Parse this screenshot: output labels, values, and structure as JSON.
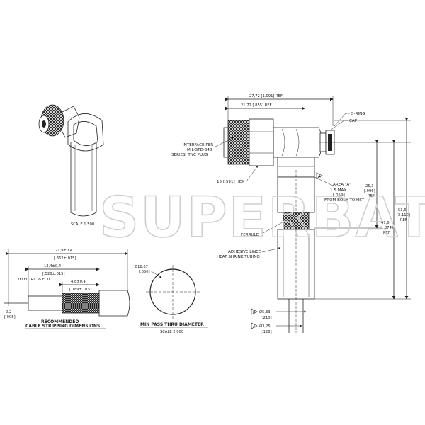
{
  "watermark": "SUPERBAT",
  "iso_view": {
    "scale_label": "SCALE  1.500"
  },
  "main_view": {
    "dim_overall": "27,72 [1.091] REF",
    "dim_interface": "21,72 [.855] REF",
    "label_o_ring": "O-RING",
    "label_cap": "CAP",
    "interface_line1": "INTERFACE PER",
    "interface_line2": "MIL-STD-348",
    "interface_line3": "SERIES: TNC PLUG",
    "hex_label": "15 [.591] HEX",
    "area_line1": "AREA \"A\"",
    "area_line2": "1.5   MAX.",
    "area_line3": "[.059]",
    "area_line4": "FROM BODY TO HST",
    "dim_25_line1": "25,3",
    "dim_25_line2": "[.996]",
    "dim_25_line3": "REF",
    "dim_47_line1": "47,6",
    "dim_47_line2": "[1.874]",
    "dim_47_line3": "REF",
    "dim_53_line1": "53,6",
    "dim_53_line2": "[2.110]",
    "dim_53_line3": "REF",
    "ferrule_label": "FERRULE",
    "adhesive_line1": "ADHESIVE LINED",
    "adhesive_line2": "HEAT SHRINK TUBING",
    "dia_533_line1": "Ø5,33",
    "dia_533_line2": "[.210]",
    "dia_325_line1": "Ø3,25",
    "dia_325_line2": "[.128]",
    "flag_a": "A",
    "flag_b": "B"
  },
  "stripping": {
    "dim_219_line1": "21,9±0,4",
    "dim_219_line2": "[.862±.015]",
    "dim_134_line1": "13,4±0,4",
    "dim_134_line2": "[.528±.015]",
    "dielectric": "DIELECTRIC & FOIL",
    "dim_48_line1": "4,8±0,4",
    "dim_48_line2": "[.189±.015]",
    "dim_02_line1": "0,2",
    "dim_02_line2": "[.008]",
    "caption_line1": "RECOMMENDED",
    "caption_line2": "CABLE STRIPPING DIMENSIONS"
  },
  "min_pass": {
    "dia_line1": "Ø16,67",
    "dia_line2": "[.656]",
    "caption": "MIN PASS THRU DIAMETER",
    "scale": "SCALE  2.000"
  }
}
